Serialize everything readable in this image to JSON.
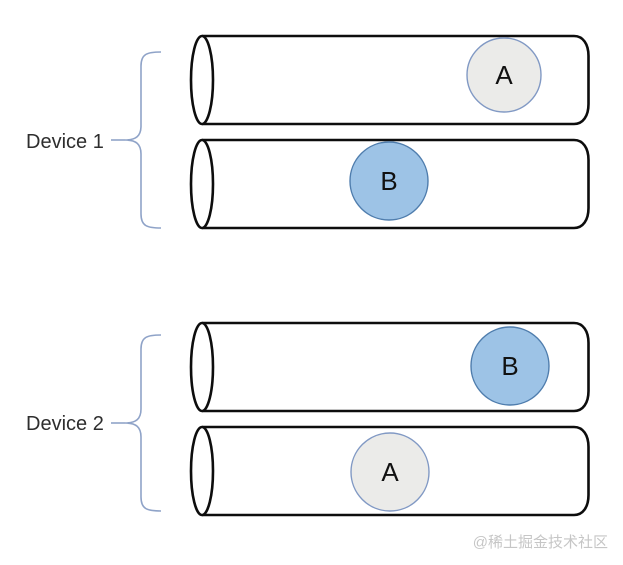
{
  "colors": {
    "background": "#ffffff",
    "pipe_stroke": "#0d0d0d",
    "pipe_fill": "#ffffff",
    "brace": "#8fa3c8",
    "device_label": "#2e2e2e",
    "ball_label": "#111111",
    "ball_a_fill": "#ebebe9",
    "ball_a_stroke": "#8199c4",
    "ball_b_fill": "#9dc3e6",
    "ball_b_stroke": "#4f7dad",
    "watermark": "#c6c6c6"
  },
  "devices": [
    {
      "label": "Device 1",
      "pipes": [
        {
          "ball": {
            "label": "A",
            "position": "right"
          }
        },
        {
          "ball": {
            "label": "B",
            "position": "middle-left"
          }
        }
      ]
    },
    {
      "label": "Device 2",
      "pipes": [
        {
          "ball": {
            "label": "B",
            "position": "right"
          }
        },
        {
          "ball": {
            "label": "A",
            "position": "middle-left"
          }
        }
      ]
    }
  ],
  "watermark": {
    "text": "@稀土掘金技术社区"
  }
}
